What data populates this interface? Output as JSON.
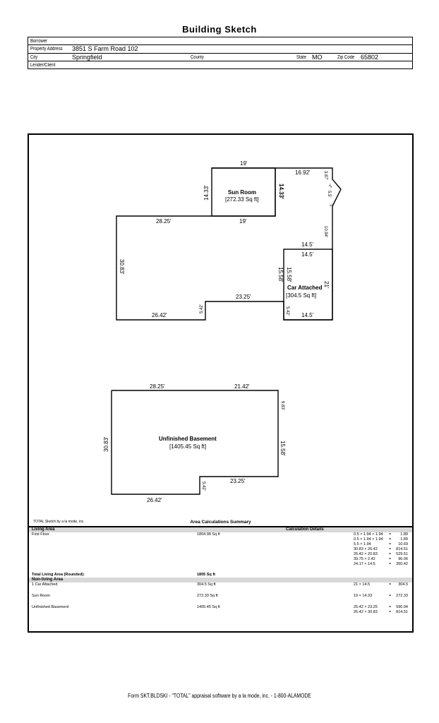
{
  "title": "Building Sketch",
  "header": {
    "borrower_label": "Borrower",
    "borrower_value": "",
    "property_label": "Property Address",
    "property_value": "3851 S Farm Road 102",
    "city_label": "City",
    "city_value": "Springfield",
    "county_label": "County",
    "county_value": "",
    "state_label": "State",
    "state_value": "MO",
    "zip_label": "Zip Code",
    "zip_value": "65802",
    "lender_label": "Lender/Client",
    "lender_value": ""
  },
  "sketch": {
    "dims": {
      "sun_top": "19'",
      "sun_left": "14.33'",
      "sun_right": "14.33'",
      "sun_bottom": "19'",
      "top_right": "16.92'",
      "small_a": "3.87'",
      "small_b": "2'",
      "small_c": "5.5'",
      "small_d": "2'",
      "right_side": "10.94'",
      "above_car": "14.5'",
      "car_top": "14.5'",
      "car_left": "15.58'",
      "car_left2": "15.58'",
      "car_right": "21'",
      "car_bottom": "14.5'",
      "car_small": "5.42'",
      "main_top": "28.25'",
      "main_left": "30.83'",
      "main_mid": "23.25'",
      "main_step": "5.42'",
      "main_bottom": "26.42'",
      "b_top_left": "28.25'",
      "b_top_right": "21.42'",
      "b_right_small": "9.83'",
      "b_right": "15.58'",
      "b_left": "30.83'",
      "b_mid": "23.25'",
      "b_step": "5.42'",
      "b_bottom": "26.42'"
    },
    "rooms": {
      "sun_name": "Sun Room",
      "sun_area": "[272.33 Sq ft]",
      "car_name": "Car Attached",
      "car_area": "[304.5 Sq ft]",
      "base_name": "Unfinished Basement",
      "base_area": "[1405.45 Sq ft]"
    }
  },
  "summary": {
    "credit": "TOTAL Sketch by a la mode, inc.",
    "title": "Area Calculations Summary",
    "living_area_label": "Living Area",
    "calc_details_label": "Calculation Details",
    "first_floor": {
      "label": "First Floor",
      "area": "1804.98 Sq ft",
      "calcs": [
        {
          "expr": "0.5 × 1.94 × 1.94",
          "result": "1.89"
        },
        {
          "expr": "0.5 × 1.94 × 1.94",
          "result": "1.89"
        },
        {
          "expr": "5.5 × 1.94",
          "result": "10.69"
        },
        {
          "expr": "30.83 × 26.42",
          "result": "814.51"
        },
        {
          "expr": "25.42 × 20.83",
          "result": "529.51"
        },
        {
          "expr": "39.75 × 2.42",
          "result": "96.06"
        },
        {
          "expr": "24.17 × 14.5",
          "result": "350.42"
        }
      ]
    },
    "total_label": "Total Living Area (Rounded):",
    "total_value": "1805 Sq ft",
    "non_living_label": "Non-living Area",
    "non_living": [
      {
        "label": "1 Car Attached",
        "area": "304.5 Sq ft",
        "calcs": [
          {
            "expr": "21 × 14.5",
            "result": "304.5"
          }
        ]
      },
      {
        "label": "Sun Room",
        "area": "272.33 Sq ft",
        "calcs": [
          {
            "expr": "19 × 14.33",
            "result": "272.33"
          }
        ]
      },
      {
        "label": "Unfinished Basement",
        "area": "1405.45 Sq ft",
        "calcs": [
          {
            "expr": "25.42 × 23.25",
            "result": "590.94"
          },
          {
            "expr": "26.42 × 30.83",
            "result": "814.51"
          }
        ]
      }
    ],
    "equals": "="
  },
  "footer": "Form SKT.BLDSKI - \"TOTAL\" appraisal software by a la mode, inc. - 1-800-ALAMODE"
}
